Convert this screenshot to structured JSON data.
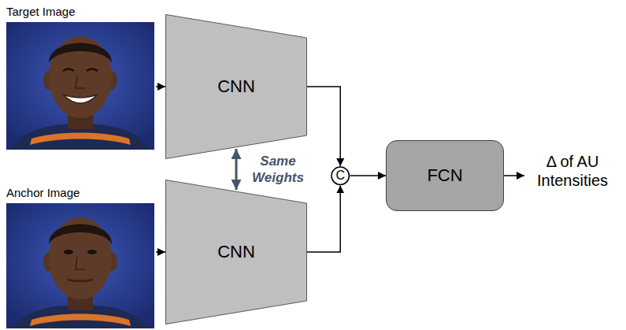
{
  "diagram": {
    "nodes": [
      {
        "text": [
          "Target Image"
        ]
      },
      {
        "text": [
          "CNN"
        ]
      },
      {
        "text": [
          "Anchor Image"
        ]
      },
      {
        "text": [
          "CNN"
        ]
      },
      {
        "text": [
          "C"
        ]
      },
      {
        "text": [
          "FCN"
        ]
      }
    ],
    "edges": [
      {
        "from": 0,
        "to": 1,
        "arrow": "to"
      },
      {
        "from": 2,
        "to": 3,
        "arrow": "to"
      },
      {
        "from": 1,
        "to": 3,
        "label": "Same Weights",
        "arrow": "both"
      },
      {
        "from": 1,
        "to": 4,
        "arrow": "to"
      },
      {
        "from": 3,
        "to": 4,
        "arrow": "to"
      },
      {
        "from": 4,
        "to": 5,
        "arrow": "to"
      }
    ],
    "labels": [
      "Δ of AU Intensities"
    ]
  }
}
